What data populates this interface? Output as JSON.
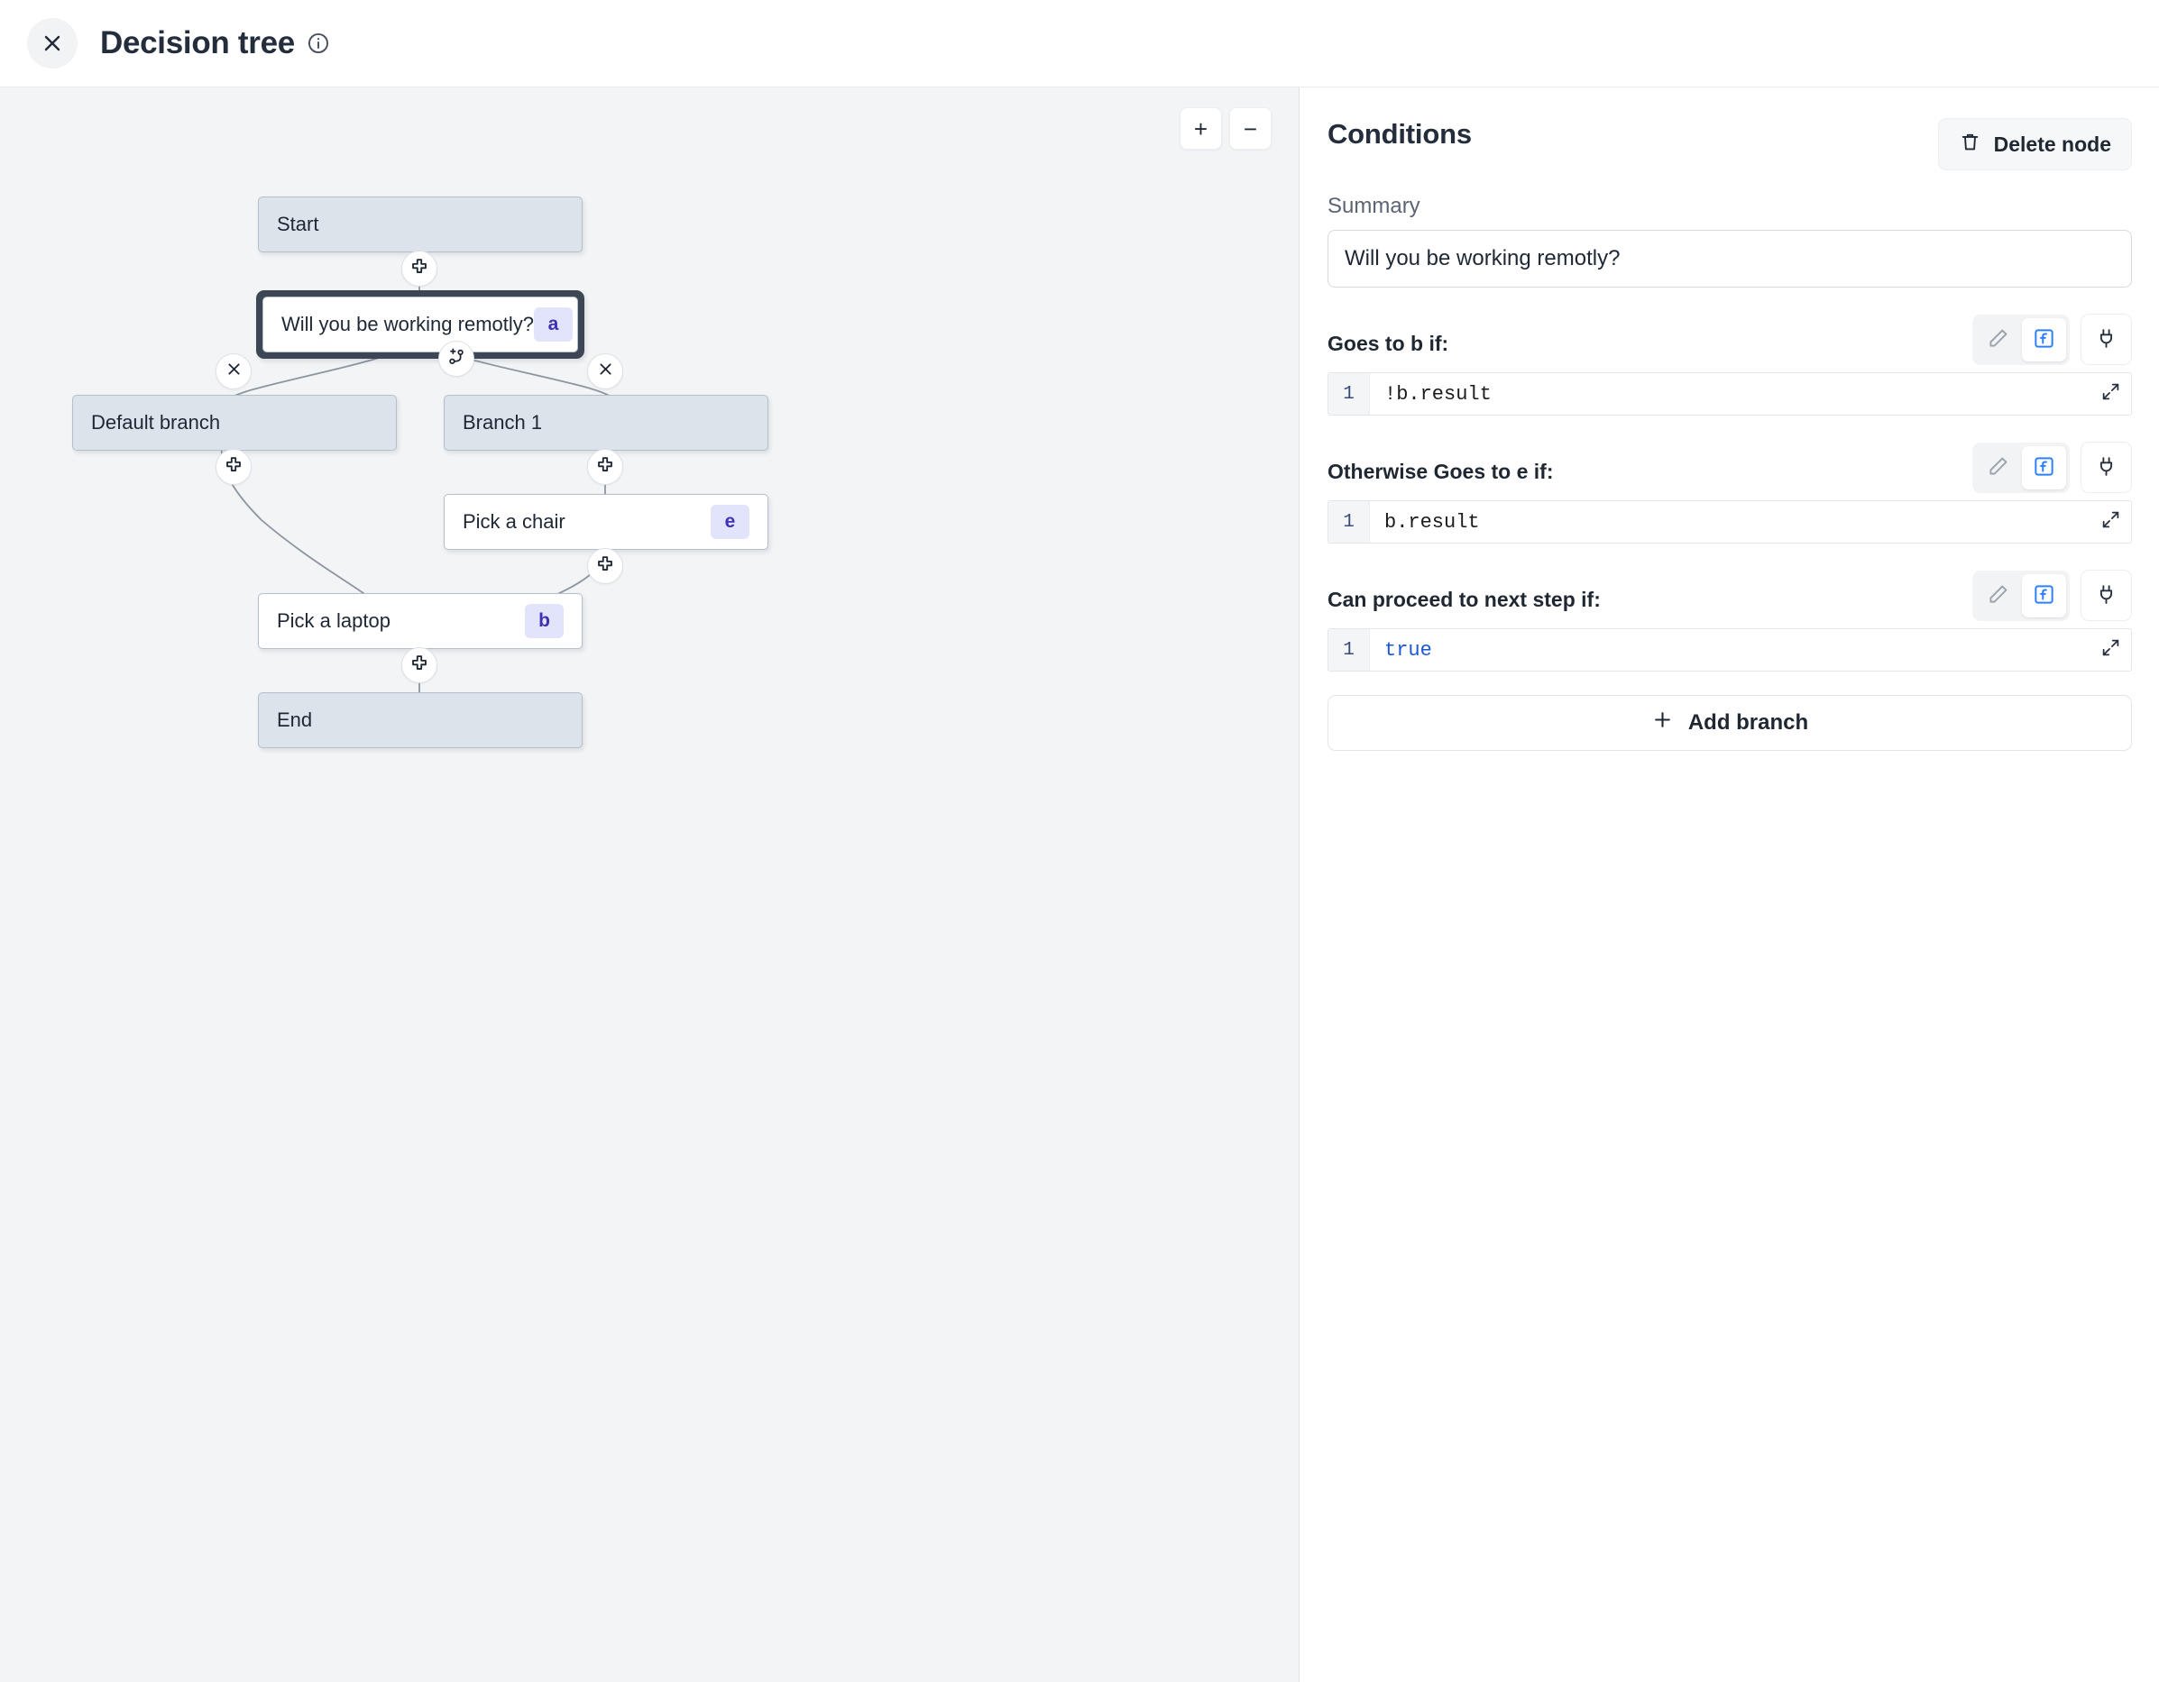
{
  "header": {
    "title": "Decision tree",
    "close_icon": "close-icon",
    "info_icon": "info-icon"
  },
  "canvas": {
    "zoom_in_label": "+",
    "zoom_out_label": "−",
    "nodes": [
      {
        "id": "start",
        "label": "Start",
        "type": "terminal",
        "badge": ""
      },
      {
        "id": "a",
        "label": "Will you be working remotly?",
        "type": "step",
        "badge": "a",
        "selected": true
      },
      {
        "id": "default",
        "label": "Default branch",
        "type": "branch",
        "badge": ""
      },
      {
        "id": "branch1",
        "label": "Branch 1",
        "type": "branch",
        "badge": ""
      },
      {
        "id": "e",
        "label": "Pick a chair",
        "type": "step",
        "badge": "e"
      },
      {
        "id": "b",
        "label": "Pick a laptop",
        "type": "step",
        "badge": "b"
      },
      {
        "id": "end",
        "label": "End",
        "type": "terminal",
        "badge": ""
      }
    ],
    "pins": [
      {
        "name": "add-node-after-start",
        "icon": "plus-node-icon"
      },
      {
        "name": "add-branch",
        "icon": "branch-plus-icon"
      },
      {
        "name": "remove-default-branch",
        "icon": "close-icon"
      },
      {
        "name": "remove-branch-1",
        "icon": "close-icon"
      },
      {
        "name": "add-node-default-branch",
        "icon": "plus-node-icon"
      },
      {
        "name": "add-node-branch-1",
        "icon": "plus-node-icon"
      },
      {
        "name": "add-node-after-chair",
        "icon": "plus-node-icon"
      },
      {
        "name": "add-node-after-laptop",
        "icon": "plus-node-icon"
      }
    ]
  },
  "panel": {
    "title": "Conditions",
    "delete_label": "Delete node",
    "delete_icon": "trash-icon",
    "summary_label": "Summary",
    "summary_value": "Will you be working remotly?",
    "conditions": [
      {
        "label": "Goes to b if:",
        "line_number": "1",
        "code": "!b.result",
        "keyword": false
      },
      {
        "label": "Otherwise Goes to e if:",
        "line_number": "1",
        "code": "b.result",
        "keyword": false
      },
      {
        "label": "Can proceed to next step if:",
        "line_number": "1",
        "code": "true",
        "keyword": true
      }
    ],
    "tool_icons": {
      "edit": "pencil-icon",
      "fx": "function-icon",
      "connect": "plug-icon",
      "expand": "expand-icon"
    },
    "add_branch_label": "Add branch",
    "add_branch_icon": "plus-icon"
  },
  "colors": {
    "canvas_bg": "#f2f4f6",
    "node_terminal": "#dde3ea",
    "node_step": "#ffffff",
    "badge_bg": "#e2e4fb",
    "badge_text": "#3d32b4",
    "accent_blue": "#1a56db",
    "text_dark": "#242d3c"
  }
}
